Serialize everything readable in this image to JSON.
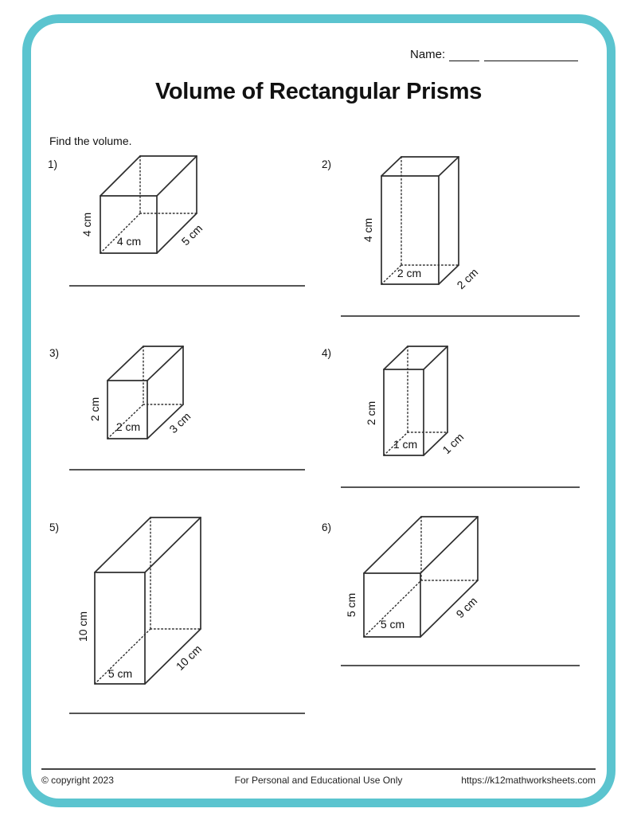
{
  "page": {
    "border_color": "#5BC4CF",
    "name_label": "Name:",
    "title": "Volume of Rectangular Prisms",
    "instruction": "Find the volume."
  },
  "problems": [
    {
      "number": "1)",
      "height": "4 cm",
      "width": "4 cm",
      "depth": "5 cm"
    },
    {
      "number": "2)",
      "height": "4 cm",
      "width": "2 cm",
      "depth": "2 cm"
    },
    {
      "number": "3)",
      "height": "2 cm",
      "width": "2 cm",
      "depth": "3 cm"
    },
    {
      "number": "4)",
      "height": "2 cm",
      "width": "1 cm",
      "depth": "1 cm"
    },
    {
      "number": "5)",
      "height": "10 cm",
      "width": "5 cm",
      "depth": "10 cm"
    },
    {
      "number": "6)",
      "height": "5 cm",
      "width": "5 cm",
      "depth": "9 cm"
    }
  ],
  "footer": {
    "copyright": "© copyright 2023",
    "usage": "For Personal and Educational Use Only",
    "url": "https://k12mathworksheets.com"
  }
}
